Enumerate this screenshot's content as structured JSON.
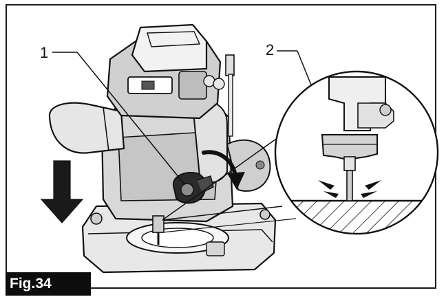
{
  "figure": {
    "label": "Fig.34",
    "callouts": [
      {
        "number": "1"
      },
      {
        "number": "2"
      }
    ]
  },
  "icons": {
    "push_down_arrow": "down-arrow-icon",
    "rotation_arrow": "curved-arrow-icon",
    "contact_marks": "contact-burst-icon"
  },
  "colors": {
    "ink": "#111111",
    "fill_light": "#e6e6e6",
    "fill_mid": "#bdbdbd",
    "label_bg": "#0d0d0d",
    "label_text": "#ffffff"
  }
}
